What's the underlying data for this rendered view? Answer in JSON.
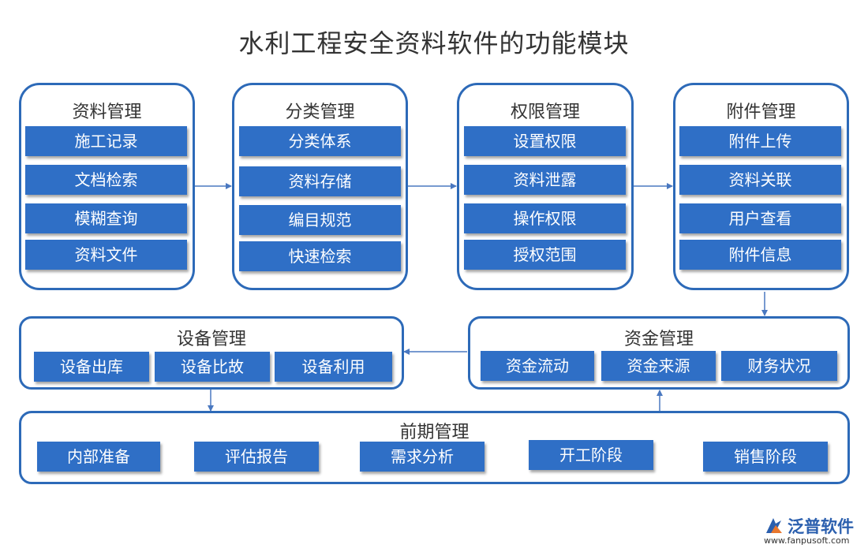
{
  "title": "水利工程安全资料软件的功能模块",
  "colors": {
    "accent": "#2d6ab8",
    "item_fill": "#2f6fc6",
    "arrow": "#4a78c0"
  },
  "modules": {
    "ziliao": {
      "title": "资料管理",
      "items": [
        "施工记录",
        "文档检索",
        "模糊查询",
        "资料文件"
      ]
    },
    "fenlei": {
      "title": "分类管理",
      "items": [
        "分类体系",
        "资料存储",
        "编目规范",
        "快速检索"
      ]
    },
    "quanxian": {
      "title": "权限管理",
      "items": [
        "设置权限",
        "资料泄露",
        "操作权限",
        "授权范围"
      ]
    },
    "fujian": {
      "title": "附件管理",
      "items": [
        "附件上传",
        "资料关联",
        "用户查看",
        "附件信息"
      ]
    },
    "shebei": {
      "title": "设备管理",
      "items": [
        "设备出库",
        "设备比故",
        "设备利用"
      ]
    },
    "zijin": {
      "title": "资金管理",
      "items": [
        "资金流动",
        "资金来源",
        "财务状况"
      ]
    },
    "qianqi": {
      "title": "前期管理",
      "items": [
        "内部准备",
        "评估报告",
        "需求分析",
        "开工阶段",
        "销售阶段"
      ]
    }
  },
  "logo": {
    "name": "泛普软件",
    "url": "www.fanpusoft.com",
    "icon": "fanpu-logo-icon"
  }
}
